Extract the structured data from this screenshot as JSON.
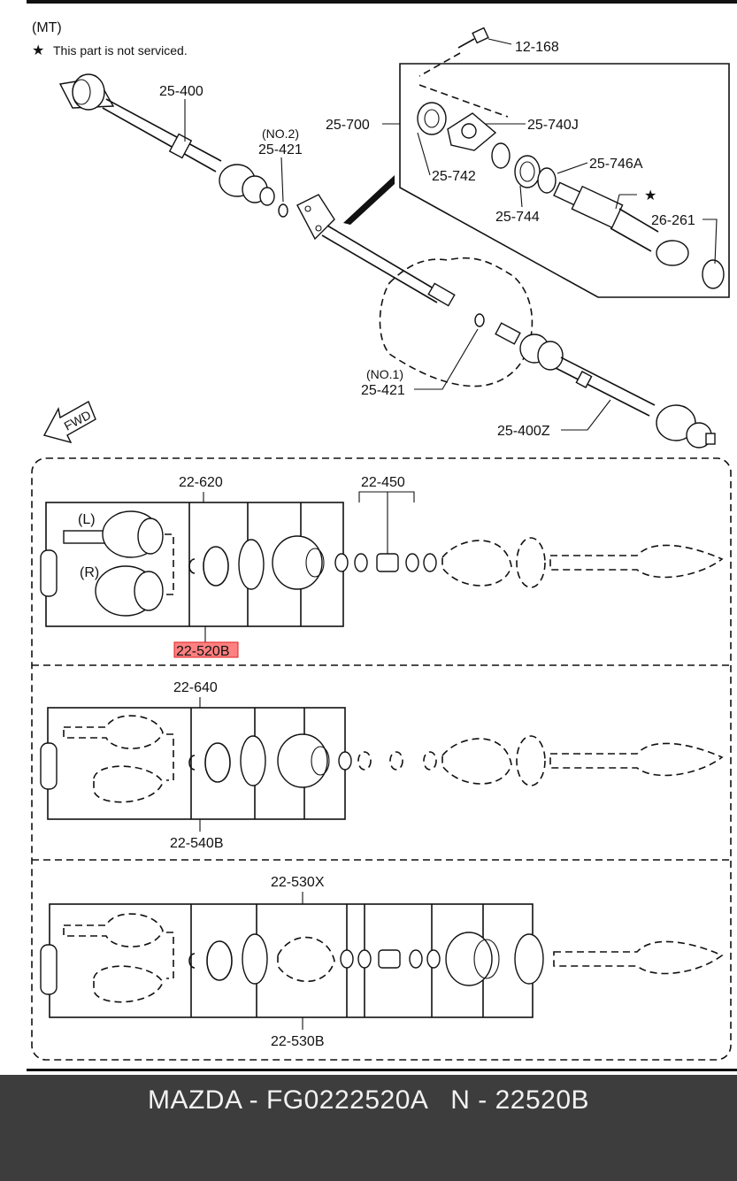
{
  "header": {
    "variant": "(MT)",
    "note_symbol": "★",
    "note_text": "This part is not serviced."
  },
  "labels": {
    "bolt": "12-168",
    "shaft_left": "25-400",
    "no2": "(NO.2)",
    "clip_no2": "25-421",
    "bearing_assy": "25-700",
    "bracket": "25-740J",
    "bearing_cover": "25-742",
    "bearing": "25-744",
    "seal": "25-746A",
    "star": "★",
    "oil_seal": "26-261",
    "no1": "(NO.1)",
    "clip_no1": "25-421",
    "shaft_right": "25-400Z",
    "fwd": "FWD"
  },
  "kits": [
    {
      "top": "22-620",
      "top2": "22-450",
      "bottom": "22-520B",
      "left_tag": "(L)",
      "right_tag": "(R)"
    },
    {
      "top": "22-640",
      "bottom": "22-540B"
    },
    {
      "top": "22-530X",
      "bottom": "22-530B"
    }
  ],
  "highlight_color": "#ff8080",
  "footer": {
    "text": "MAZDA - FG0222520A   N - 22520B"
  }
}
